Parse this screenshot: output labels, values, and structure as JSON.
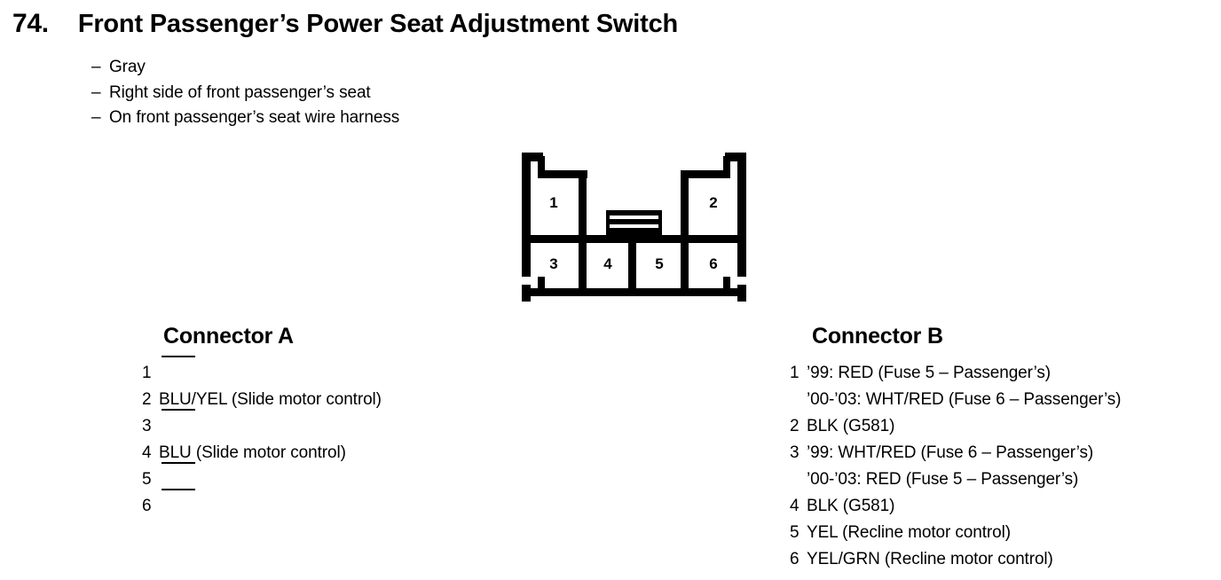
{
  "heading": {
    "number": "74.",
    "title": "Front Passenger’s Power Seat Adjustment Switch"
  },
  "specs": {
    "dash": "–",
    "items": [
      "Gray",
      "Right side of front passenger’s seat",
      "On front passenger’s seat wire harness"
    ]
  },
  "connector_diagram": {
    "name": "6-cavity-connector",
    "top_row": [
      "1",
      "2"
    ],
    "bottom_row": [
      "3",
      "4",
      "5",
      "6"
    ],
    "latch": "center-latch-tab",
    "color": "#000000"
  },
  "connector_a": {
    "title": "Connector A",
    "pins": [
      {
        "num": "1",
        "blank": true,
        "lines": []
      },
      {
        "num": "2",
        "blank": false,
        "lines": [
          "BLU/YEL (Slide motor control)"
        ]
      },
      {
        "num": "3",
        "blank": true,
        "lines": []
      },
      {
        "num": "4",
        "blank": false,
        "lines": [
          "BLU (Slide motor control)"
        ]
      },
      {
        "num": "5",
        "blank": true,
        "lines": []
      },
      {
        "num": "6",
        "blank": true,
        "lines": []
      }
    ]
  },
  "connector_b": {
    "title": "Connector B",
    "pins": [
      {
        "num": "1",
        "blank": false,
        "lines": [
          "’99: RED (Fuse 5 – Passenger’s)",
          "’00-’03: WHT/RED (Fuse 6 – Passenger’s)"
        ]
      },
      {
        "num": "2",
        "blank": false,
        "lines": [
          "BLK (G581)"
        ]
      },
      {
        "num": "3",
        "blank": false,
        "lines": [
          "’99: WHT/RED (Fuse 6 – Passenger’s)",
          "’00-’03: RED (Fuse 5 – Passenger’s)"
        ]
      },
      {
        "num": "4",
        "blank": false,
        "lines": [
          "BLK (G581)"
        ]
      },
      {
        "num": "5",
        "blank": false,
        "lines": [
          "YEL (Recline motor control)"
        ]
      },
      {
        "num": "6",
        "blank": false,
        "lines": [
          "YEL/GRN (Recline motor control)"
        ]
      }
    ]
  }
}
